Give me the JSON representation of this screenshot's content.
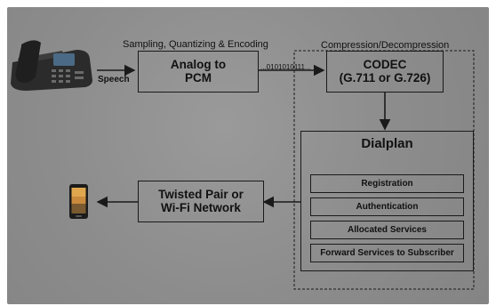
{
  "title_top": "Sampling, Quantizing & Encoding",
  "title_compression": "Compression/Decompression",
  "speech_label": "Speech",
  "bitstream_label": "...0101010111...",
  "boxes": {
    "analog_pcm": {
      "line1": "Analog to",
      "line2": "PCM"
    },
    "codec": {
      "line1": "CODEC",
      "line2": "(G.711 or G.726)"
    },
    "dialplan": {
      "title": "Dialplan"
    },
    "network": {
      "line1": "Twisted Pair or",
      "line2": "Wi-Fi Network"
    }
  },
  "dialplan_items": [
    "Registration",
    "Authentication",
    "Allocated Services",
    "Forward Services to Subscriber"
  ],
  "icons": {
    "source": "desk-phone-icon",
    "destination": "smartphone-icon"
  },
  "colors": {
    "background": "#8f8f8f",
    "stroke": "#1a1a1a"
  }
}
